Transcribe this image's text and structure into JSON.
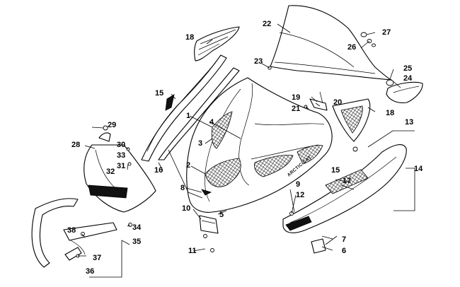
{
  "diagram": {
    "brand_stamp": "ARCTIC CAT",
    "callouts": [
      "1",
      "2",
      "3",
      "4",
      "5",
      "6",
      "7",
      "8",
      "9",
      "10",
      "11",
      "12",
      "13",
      "14",
      "15",
      "16",
      "17",
      "18",
      "19",
      "20",
      "21",
      "22",
      "23",
      "24",
      "25",
      "26",
      "27",
      "28",
      "29",
      "30",
      "31",
      "32",
      "33",
      "34",
      "35",
      "36",
      "37",
      "38",
      "15",
      "18"
    ]
  },
  "colors": {
    "line": "#000000",
    "background": "#ffffff",
    "mesh": "#555555"
  }
}
